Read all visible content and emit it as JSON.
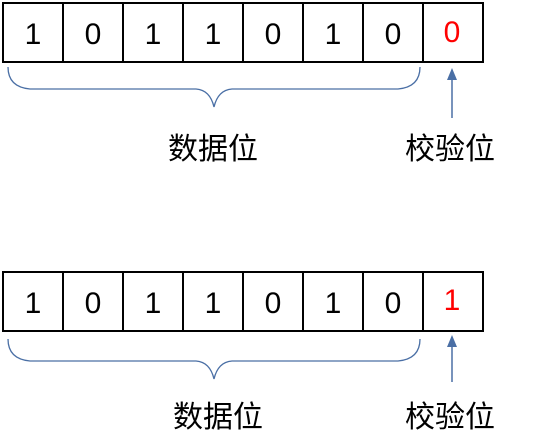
{
  "rows": [
    {
      "data_bits": [
        "1",
        "0",
        "1",
        "1",
        "0",
        "1",
        "0"
      ],
      "parity_bit": "0",
      "data_label": "数据位",
      "parity_label": "校验位"
    },
    {
      "data_bits": [
        "1",
        "0",
        "1",
        "1",
        "0",
        "1",
        "0"
      ],
      "parity_bit": "1",
      "data_label": "数据位",
      "parity_label": "校验位"
    }
  ],
  "colors": {
    "parity": "#ff0000",
    "annotation": "#4a6fa5",
    "border": "#000000"
  }
}
